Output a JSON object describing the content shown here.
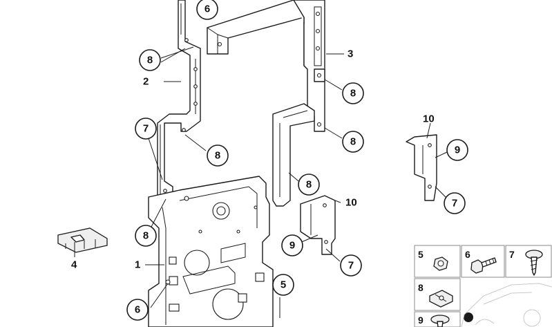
{
  "callouts": [
    {
      "id": "c-6-top",
      "label": "6"
    },
    {
      "id": "c-8-a",
      "label": "8"
    },
    {
      "id": "c-8-b",
      "label": "8"
    },
    {
      "id": "c-7-a",
      "label": "7"
    },
    {
      "id": "c-8-c",
      "label": "8"
    },
    {
      "id": "c-8-d",
      "label": "8"
    },
    {
      "id": "c-8-e",
      "label": "8"
    },
    {
      "id": "c-8-f",
      "label": "8"
    },
    {
      "id": "c-9-a",
      "label": "9"
    },
    {
      "id": "c-7-b",
      "label": "7"
    },
    {
      "id": "c-9-b",
      "label": "9"
    },
    {
      "id": "c-7-c",
      "label": "7"
    },
    {
      "id": "c-6-bottom",
      "label": "6"
    }
  ],
  "plain_labels": [
    {
      "id": "l-1",
      "label": "1"
    },
    {
      "id": "l-2",
      "label": "2"
    },
    {
      "id": "l-3",
      "label": "3"
    },
    {
      "id": "l-4",
      "label": "4"
    },
    {
      "id": "l-5",
      "label": "5"
    },
    {
      "id": "l-10-a",
      "label": "10"
    },
    {
      "id": "l-10-b",
      "label": "10"
    }
  ],
  "parts_key": [
    {
      "id": "k-5",
      "label": "5",
      "icon": "hex-nut-icon"
    },
    {
      "id": "k-6",
      "label": "6",
      "icon": "hex-bolt-icon"
    },
    {
      "id": "k-7",
      "label": "7",
      "icon": "self-tapping-screw-icon"
    },
    {
      "id": "k-8",
      "label": "8",
      "icon": "u-clip-nut-icon"
    },
    {
      "id": "k-9",
      "label": "9",
      "icon": "flange-screw-icon"
    }
  ]
}
